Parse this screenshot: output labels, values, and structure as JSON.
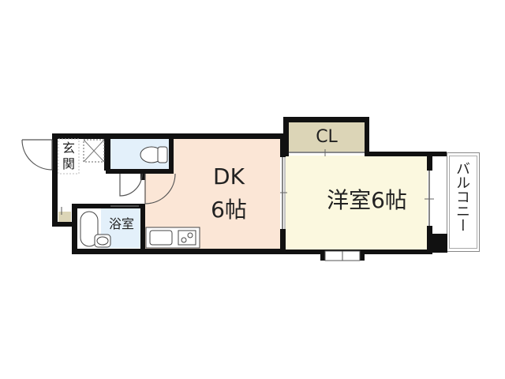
{
  "floorplan": {
    "rooms": {
      "dk": {
        "label_line1": "DK",
        "label_line2": "6帖",
        "color": "#fbe6d6"
      },
      "western": {
        "label": "洋室6帖",
        "color": "#fbf8df"
      },
      "closet": {
        "label": "CL",
        "color": "#dcd5b7"
      },
      "entrance": {
        "label_line1": "玄",
        "label_line2": "関"
      },
      "bath": {
        "label": "浴室",
        "color": "#e3f0fa"
      },
      "toilet": {
        "color": "#e3f0fa"
      },
      "balcony": {
        "label": "バルコニー"
      }
    },
    "colors": {
      "wall": "#111111",
      "line": "#555555"
    }
  }
}
